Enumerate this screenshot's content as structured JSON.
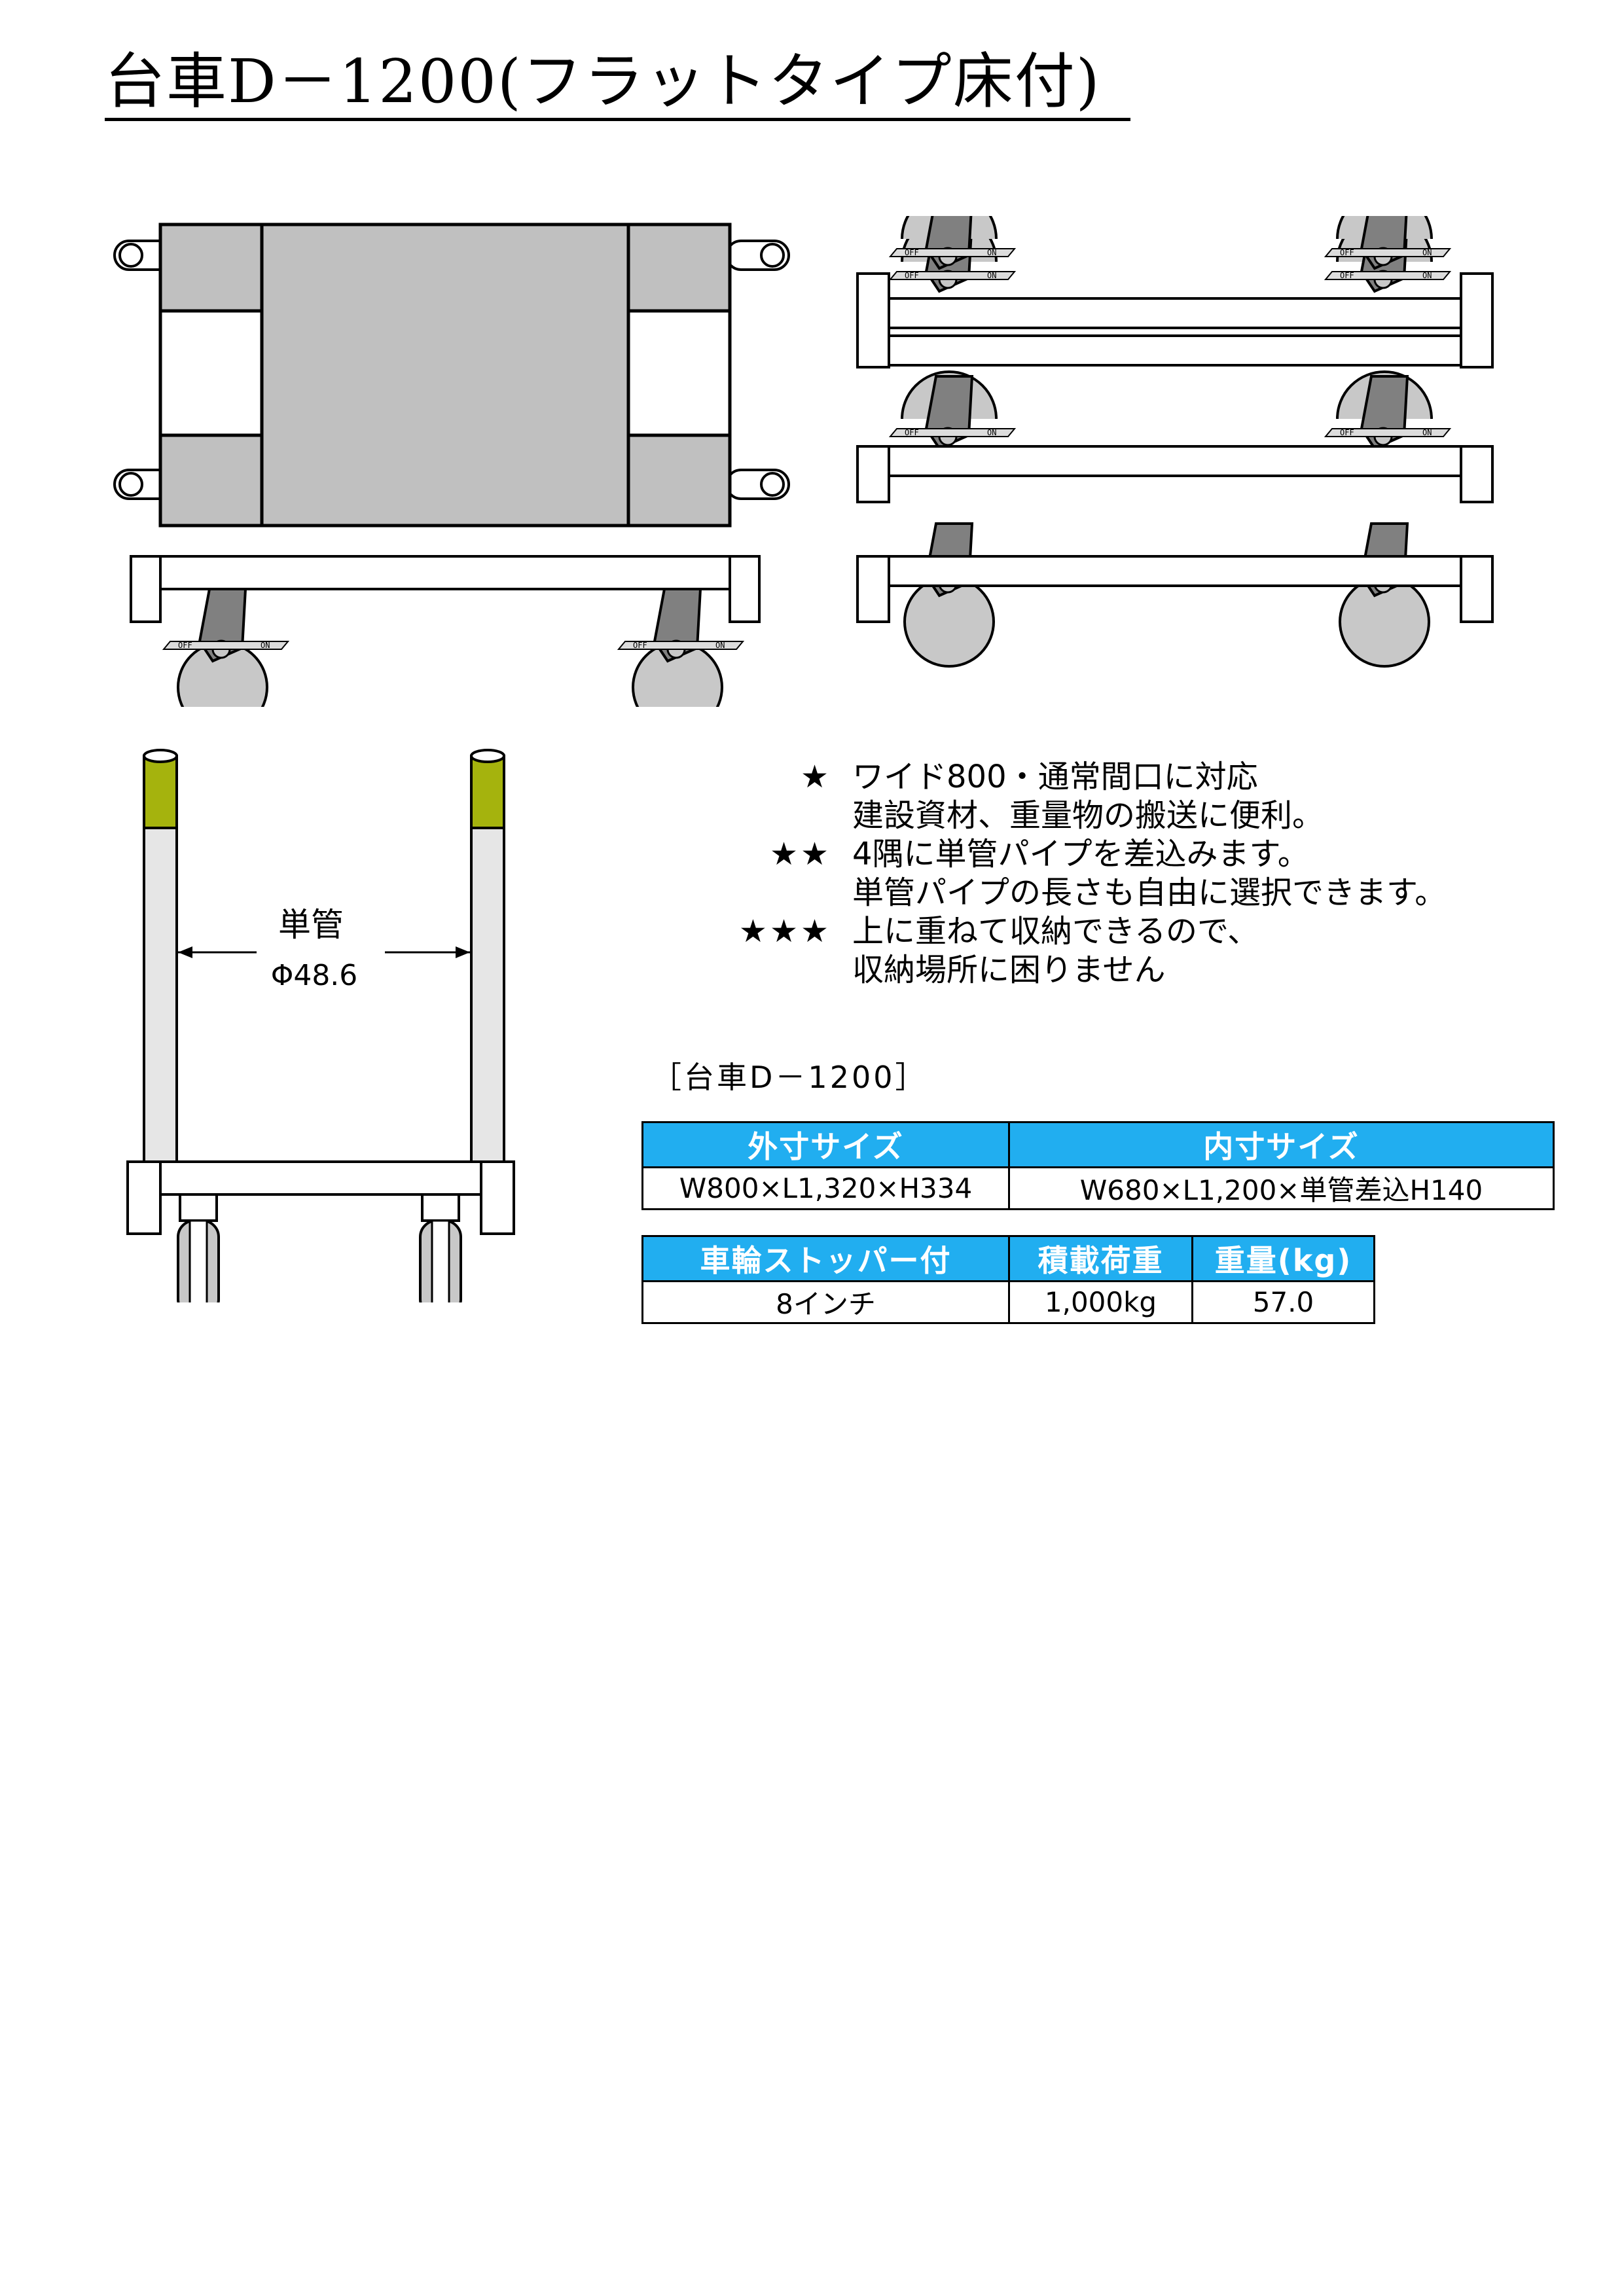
{
  "title": "台車D－1200(フラットタイプ床付)",
  "diagram": {
    "caster_lock_labels": {
      "off": "OFF",
      "on": "ON"
    },
    "pipe_label": "単管",
    "pipe_diameter": "Φ48.6",
    "colors": {
      "panel_gray": "#c0c0c0",
      "frame_white": "#ffffff",
      "caster_arm": "#808080",
      "wheel_gray": "#c8c8c8",
      "pipe_tip": "#a5b30d",
      "outline": "#000000"
    }
  },
  "features": [
    {
      "stars": "★",
      "lines": [
        "ワイド800・通常間口に対応",
        "建設資材、重量物の搬送に便利。"
      ]
    },
    {
      "stars": "★★",
      "lines": [
        "4隅に単管パイプを差込みます。",
        "単管パイプの長さも自由に選択できます。"
      ]
    },
    {
      "stars": "★★★",
      "lines": [
        "上に重ねて収納できるので、",
        "収納場所に困りません"
      ]
    }
  ],
  "section_label": "［台車D－1200］",
  "table1": {
    "headers": [
      "外寸サイズ",
      "内寸サイズ"
    ],
    "values": [
      "W800×L1,320×H334",
      "W680×L1,200×単管差込H140"
    ],
    "header_color": "#21aef0"
  },
  "table2": {
    "headers": [
      "車輪ストッパー付",
      "積載荷重",
      "重量(kg)"
    ],
    "values": [
      "8インチ",
      "1,000kg",
      "57.0"
    ],
    "header_color": "#21aef0"
  }
}
